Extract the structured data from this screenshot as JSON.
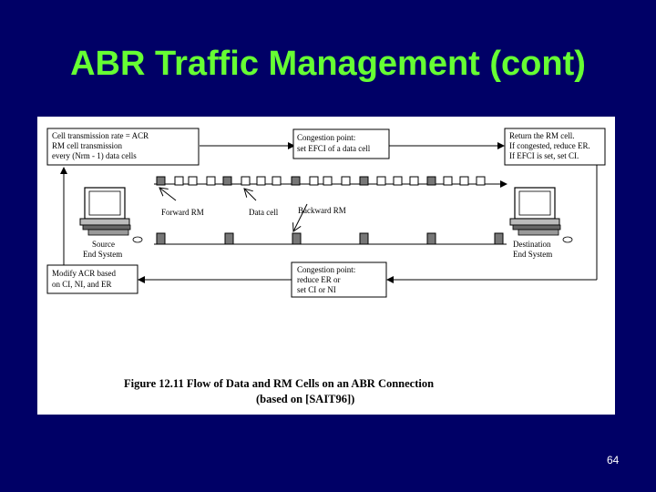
{
  "slide": {
    "title": "ABR Traffic Management (cont)",
    "page_number": "64"
  },
  "figure": {
    "box_source_top": [
      "Cell transmission rate = ACR",
      "RM cell transmission",
      "every (Nrm - 1) data cells"
    ],
    "box_congestion_top": [
      "Congestion point:",
      "set EFCI of a data cell"
    ],
    "box_dest_top": [
      "Return the RM cell.",
      "If congested, reduce ER.",
      "If EFCI is set, set CI."
    ],
    "box_source_bottom": [
      "Modify ACR based",
      "on CI, NI, and ER"
    ],
    "box_congestion_bottom": [
      "Congestion point:",
      "reduce ER or",
      "set CI or NI"
    ],
    "label_forward_rm": "Forward RM",
    "label_data_cell": "Data cell",
    "label_backward_rm": "Backward RM",
    "source_label": [
      "Source",
      "End System"
    ],
    "destination_label": [
      "Destination",
      "End System"
    ],
    "caption_line1": "Figure 12.11  Flow of Data and RM Cells on an ABR Connection",
    "caption_line2": "(based on [SAIT96])"
  }
}
